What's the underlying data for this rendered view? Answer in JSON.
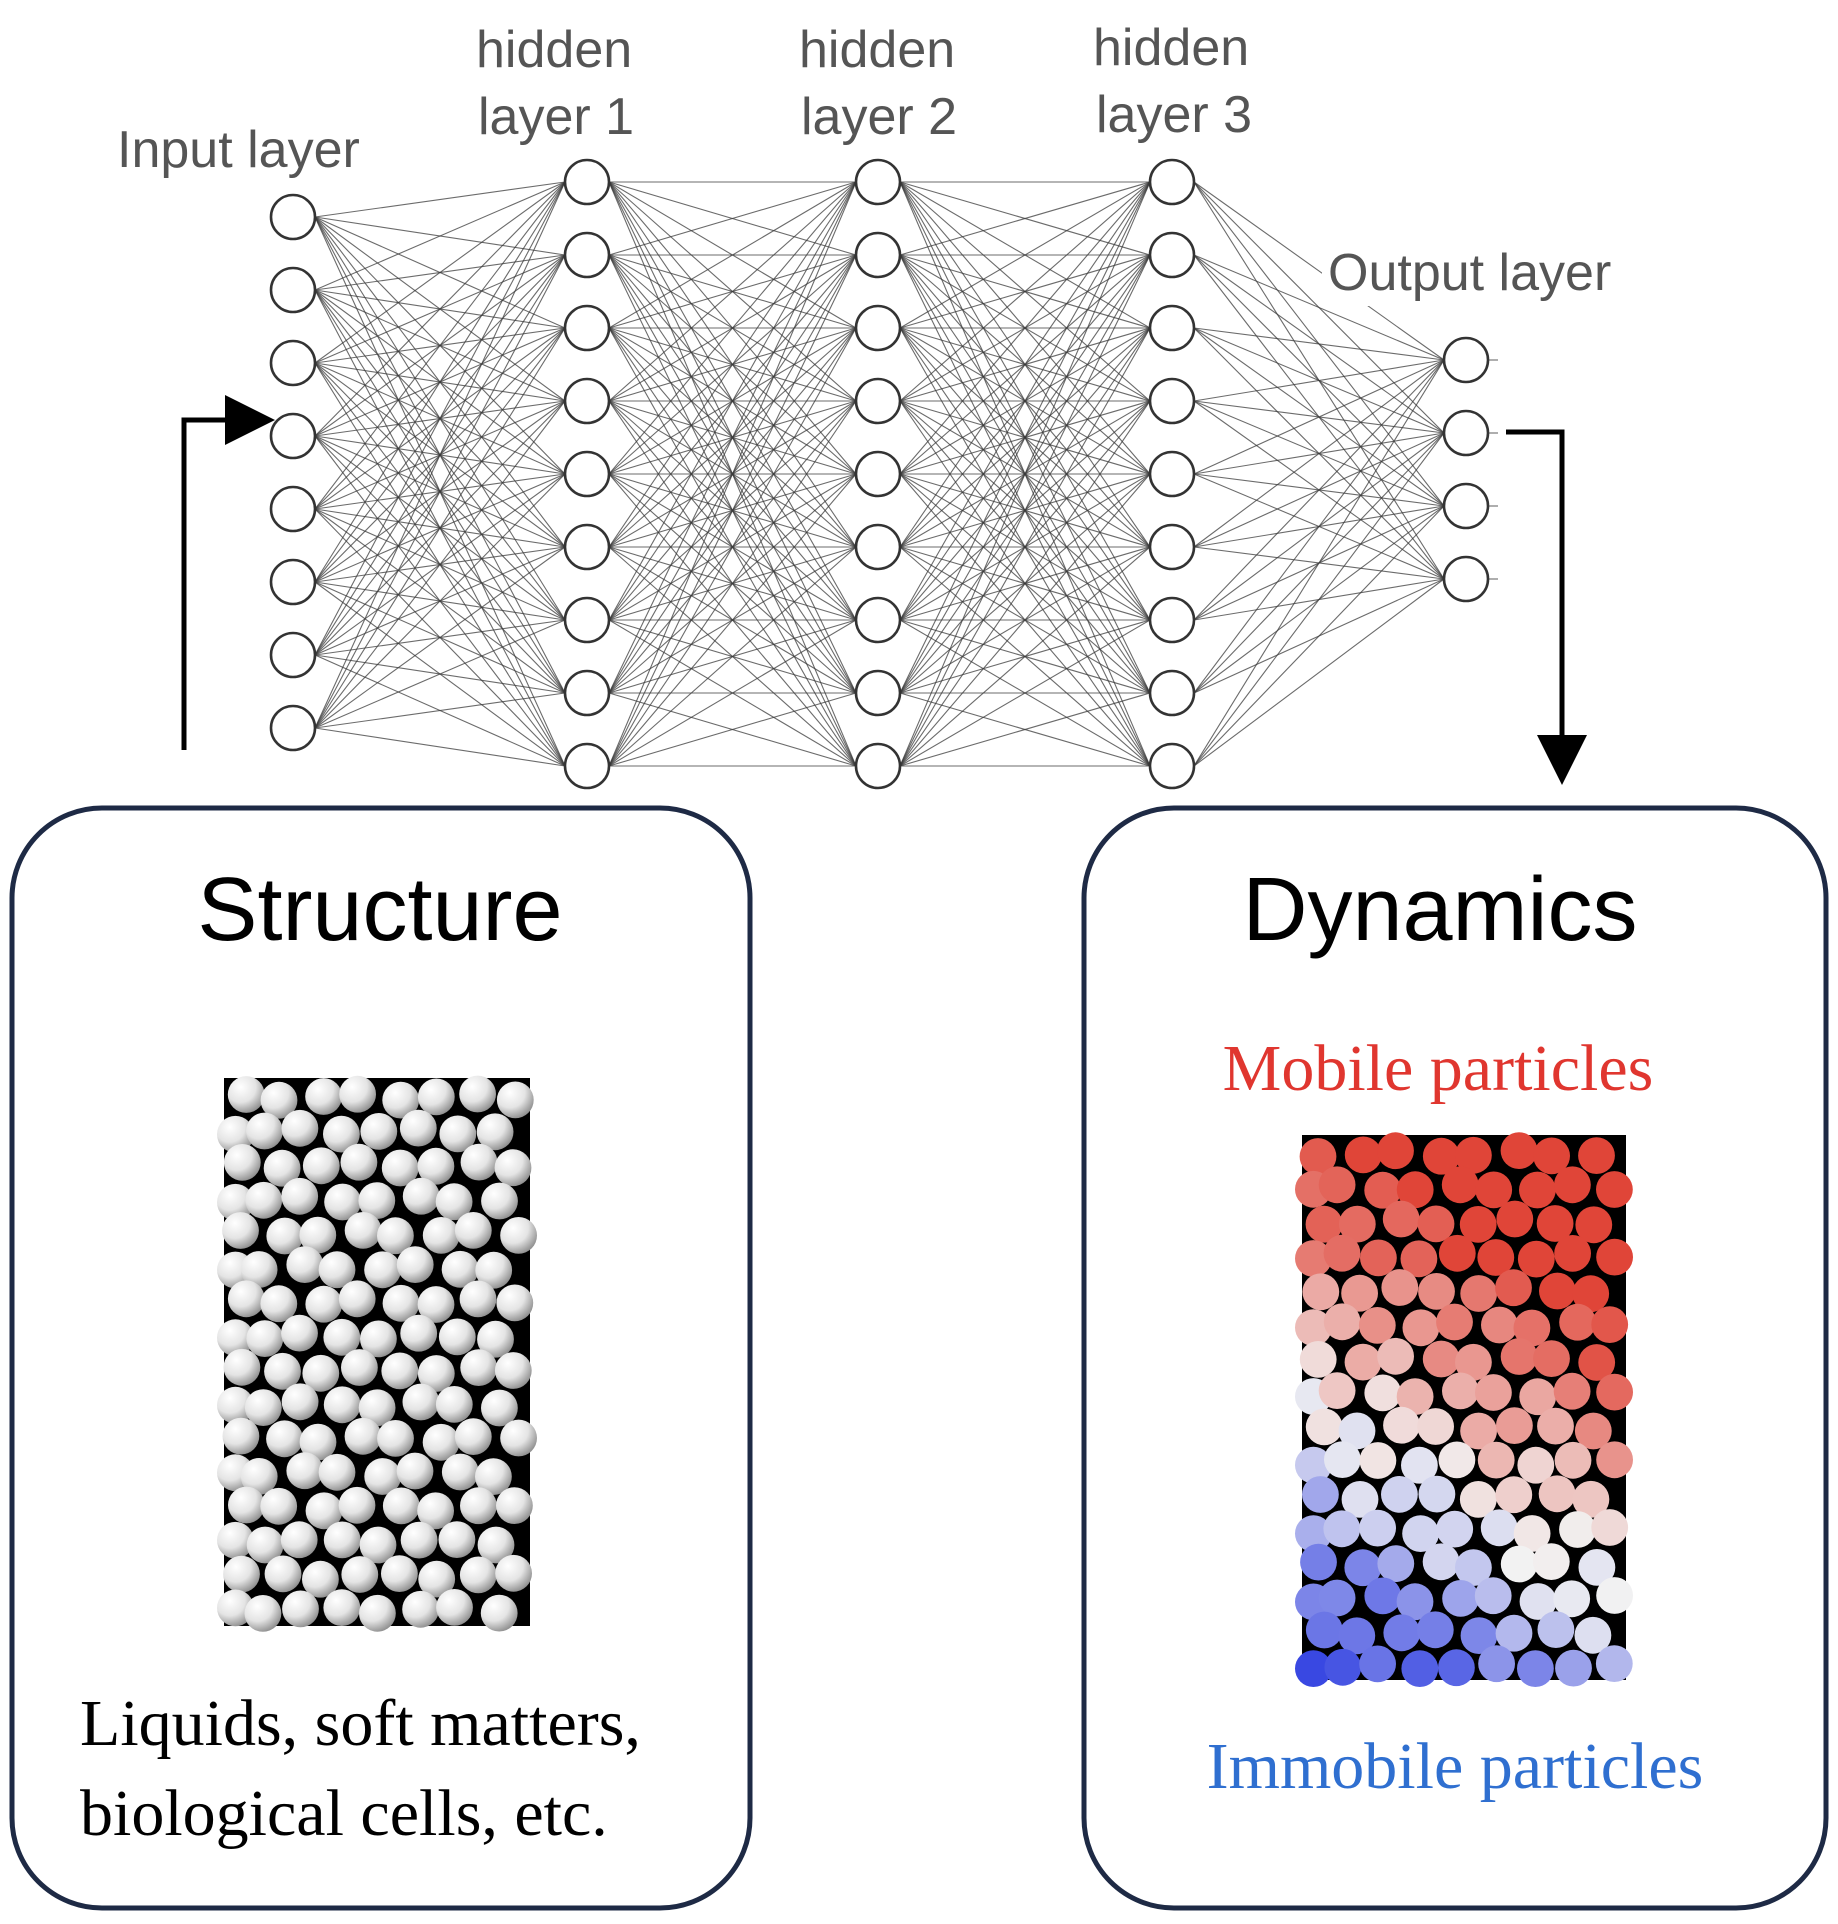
{
  "network": {
    "layers": [
      {
        "name": "input",
        "label_lines": [
          "Input layer"
        ],
        "nodes": 8
      },
      {
        "name": "hidden-1",
        "label_lines": [
          "hidden",
          "layer 1"
        ],
        "nodes": 9
      },
      {
        "name": "hidden-2",
        "label_lines": [
          "hidden",
          "layer 2"
        ],
        "nodes": 9
      },
      {
        "name": "hidden-3",
        "label_lines": [
          "hidden",
          "layer 3"
        ],
        "nodes": 9
      },
      {
        "name": "output",
        "label_lines": [
          "Output layer"
        ],
        "nodes": 4
      }
    ]
  },
  "structure_box": {
    "title": "Structure",
    "caption_lines": [
      "Liquids, soft matters,",
      "biological cells, etc."
    ],
    "particle_color": "#e6e6e6"
  },
  "dynamics_box": {
    "title": "Dynamics",
    "mobile_label": "Mobile particles",
    "immobile_label": "Immobile particles",
    "mobile_color": "#e0362f",
    "immobile_color": "#2f6fd0"
  }
}
